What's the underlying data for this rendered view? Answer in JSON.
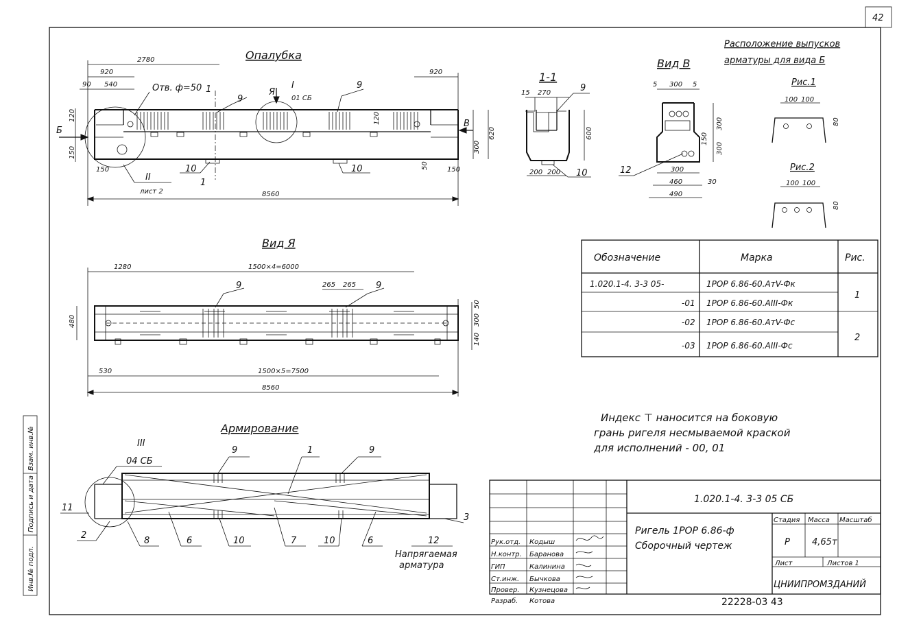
{
  "page_number": "42",
  "formwork": {
    "title": "Опалубка",
    "dims_top": [
      "2780",
      "920",
      "90",
      "540",
      "920"
    ],
    "hole_label": "Отв. ф=50",
    "section_mark": "1",
    "view_mark_a": "Я",
    "detail_I": "I",
    "detail_I_sheet": "01 СБ",
    "pos9": "9",
    "pos10": "10",
    "view_b_arrow": "Б",
    "view_b_right": "В",
    "dims_left": [
      "120",
      "150",
      "150"
    ],
    "dims_right": [
      "120",
      "300",
      "620",
      "50",
      "150"
    ],
    "detail_II": "II",
    "detail_II_sheet": "лист 2",
    "total_length": "8560"
  },
  "section_1_1": {
    "title": "1-1",
    "dims": [
      "15",
      "270",
      "600",
      "200",
      "200"
    ],
    "pos9": "9",
    "pos10": "10"
  },
  "view_v": {
    "title": "Вид В",
    "dims": [
      "5",
      "300",
      "5",
      "300",
      "150",
      "300",
      "300",
      "460",
      "30",
      "490"
    ],
    "pos12": "12"
  },
  "outlet_layout": {
    "title_line1": "Расположение выпусков",
    "title_line2": "арматуры для вида Б",
    "fig1_title": "Рис.1",
    "fig1_dims": [
      "100",
      "100",
      "80"
    ],
    "fig2_title": "Рис.2",
    "fig2_dims": [
      "100",
      "100",
      "80"
    ]
  },
  "spec_table": {
    "headers": [
      "Обозначение",
      "Марка",
      "Рис."
    ],
    "rows": [
      {
        "code": "1.020.1-4. 3-3 05-",
        "mark": "1РОР 6.86-60.АтV-Фк",
        "fig": "1"
      },
      {
        "code": "-01",
        "mark": "1РОР 6.86-60.АIII-Фк",
        "fig": ""
      },
      {
        "code": "-02",
        "mark": "1РОР 6.86-60.АтV-Фс",
        "fig": "2"
      },
      {
        "code": "-03",
        "mark": "1РОР 6.86-60.АIII-Фс",
        "fig": ""
      }
    ]
  },
  "view_a": {
    "title": "Вид Я",
    "dims_top": [
      "1280",
      "1500×4=6000",
      "265",
      "265"
    ],
    "pos9": "9",
    "dims_left": [
      "480"
    ],
    "dims_right": [
      "50",
      "300",
      "140"
    ],
    "dim_bottom_1": "530",
    "dim_bottom_2": "1500×5=7500",
    "total_length": "8560"
  },
  "note": {
    "line1": "Индекс ⊤ наносится на боковую",
    "line2": "грань ригеля несмываемой краской",
    "line3": "для исполнений - 00, 01"
  },
  "reinforcement": {
    "title": "Армирование",
    "detail_III": "III",
    "detail_III_sheet": "04 СБ",
    "positions": [
      "9",
      "1",
      "9",
      "11",
      "2",
      "8",
      "6",
      "10",
      "7",
      "10",
      "6",
      "3",
      "12"
    ],
    "prestress_line1": "Напрягаемая",
    "prestress_line2": "арматура"
  },
  "title_block": {
    "doc_code": "1.020.1-4. 3-3 05 СБ",
    "name_line1": "Ригель 1РОР 6.86-ф",
    "name_line2": "Сборочный чертеж",
    "stage_label": "Стадия",
    "mass_label": "Масса",
    "scale_label": "Масштаб",
    "stage": "Р",
    "mass": "4,65т",
    "sheet_label": "Лист",
    "sheets_label": "Листов 1",
    "org": "ЦНИИПРОМЗДАНИЙ",
    "roles": [
      "Рук.отд.",
      "Н.контр.",
      "ГИП",
      "Ст.инж.",
      "Провер.",
      "Разраб."
    ],
    "names": [
      "Кодыш",
      "Баранова",
      "Калинина",
      "Бычкова",
      "Кузнецова",
      "Котова"
    ],
    "doc_number": "22228-03 43"
  },
  "side_stamp": {
    "cells": [
      "Инв.№ подл.",
      "Подпись и дата",
      "Взам. инв.№"
    ]
  }
}
